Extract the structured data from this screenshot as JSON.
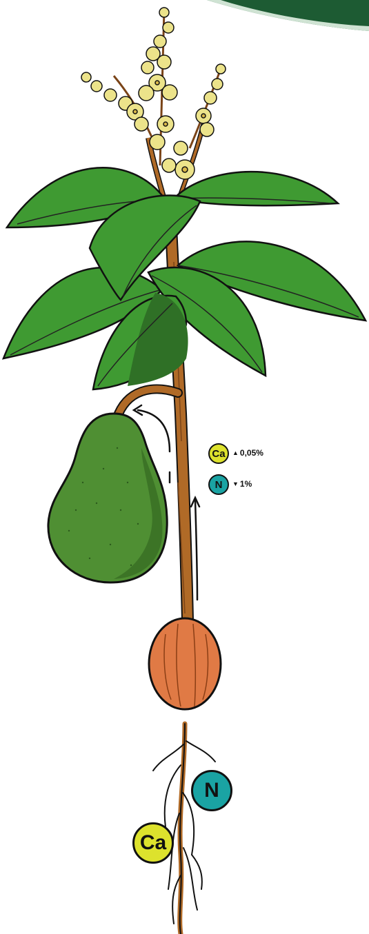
{
  "colors": {
    "calcium": "#dde22d",
    "nitrogen": "#1aa3a3",
    "leaf": "#3f9a32",
    "fruit": "#4f8f33",
    "stem": "#b06a27",
    "seed": "#e07a45",
    "flower": "#ece38a",
    "banner": "#1d5b33"
  },
  "nutrients": {
    "calcium": {
      "symbol": "Ca",
      "trend": "up",
      "trend_icon": "▲",
      "change": "0,05%"
    },
    "nitrogen": {
      "symbol": "N",
      "trend": "down",
      "trend_icon": "▼",
      "change": "1%"
    }
  },
  "roots": {
    "calcium_label": "Ca",
    "nitrogen_label": "N"
  }
}
